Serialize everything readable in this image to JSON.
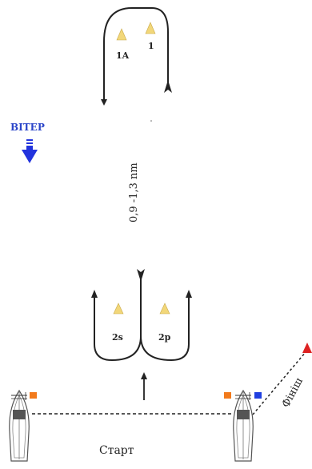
{
  "wind": {
    "label": "ВІТЕР",
    "color": "#2233dd"
  },
  "distance_label": "0,9 -1,3 nm",
  "marks": {
    "m1a": {
      "label": "1A",
      "color": "#f2d779"
    },
    "m1": {
      "label": "1",
      "color": "#f2d779"
    },
    "m2s": {
      "label": "2s",
      "color": "#f2d779"
    },
    "m2p": {
      "label": "2p",
      "color": "#f2d779"
    },
    "finish_mark": {
      "color": "#dd2222"
    }
  },
  "start": {
    "label": "Старт"
  },
  "finish": {
    "label": "Фініш"
  },
  "flags": {
    "orange": "#f27a1c",
    "blue": "#1f3fe0"
  },
  "course_color": "#222222"
}
